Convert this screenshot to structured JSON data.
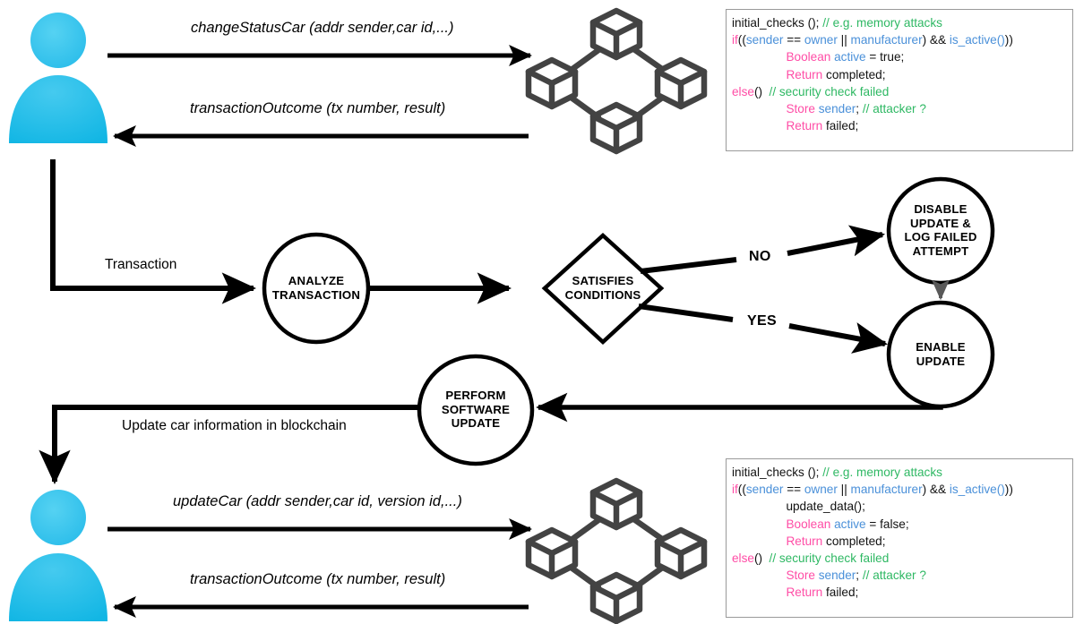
{
  "diagram": {
    "title": "Blockchain car software update sequence and decision flow",
    "colors": {
      "avatar_head": "#3DC6ED",
      "avatar_body": "#1DBEE8",
      "blockchain_icon": "#434343",
      "stroke": "#000000",
      "gray_arrow": "#595959",
      "code_border": "#9a9a9a",
      "kw_pink": "#FF4DA6",
      "var_blue": "#4A90D9",
      "comment_green": "#2EB863",
      "plain_black": "#111111"
    }
  },
  "actors": {
    "top_user": "user-avatar",
    "bottom_user": "user-avatar",
    "top_blockchain": "blockchain-network-icon",
    "bottom_blockchain": "blockchain-network-icon"
  },
  "messages": {
    "top_request": "changeStatusCar (addr sender,car id,...)",
    "top_response": "transactionOutcome (tx number, result)",
    "bottom_request": "updateCar (addr sender,car id, version id,...)",
    "bottom_response": "transactionOutcome (tx number, result)"
  },
  "flow": {
    "transaction_label": "Transaction",
    "update_label": "Update car information in blockchain",
    "analyze_node": "ANALYZE\nTRANSACTION",
    "decision_node": "SATISFIES\nCONDITIONS",
    "no_label": "NO",
    "yes_label": "YES",
    "disable_node": "DISABLE\nUPDATE &\nLOG FAILED\nATTEMPT",
    "enable_node": "ENABLE\nUPDATE",
    "perform_node": "PERFORM\nSOFTWARE\nUPDATE"
  },
  "code_top": {
    "lines": [
      [
        {
          "t": "initial_checks ();",
          "c": "pl"
        },
        {
          "t": " ",
          "c": "pl"
        },
        {
          "t": "// e.g. memory attacks",
          "c": "cmt"
        }
      ],
      [
        {
          "t": "if",
          "c": "kw"
        },
        {
          "t": "((",
          "c": "pl"
        },
        {
          "t": "sender",
          "c": "var"
        },
        {
          "t": " == ",
          "c": "pl"
        },
        {
          "t": "owner",
          "c": "var"
        },
        {
          "t": " || ",
          "c": "pl"
        },
        {
          "t": "manufacturer",
          "c": "var"
        },
        {
          "t": ") && ",
          "c": "pl"
        },
        {
          "t": "is_active()",
          "c": "var"
        },
        {
          "t": "))",
          "c": "pl"
        }
      ],
      [
        {
          "t": "                ",
          "c": "pl"
        },
        {
          "t": "Boolean",
          "c": "kw"
        },
        {
          "t": " ",
          "c": "pl"
        },
        {
          "t": "active",
          "c": "var"
        },
        {
          "t": " = true;",
          "c": "pl"
        }
      ],
      [
        {
          "t": "                ",
          "c": "pl"
        },
        {
          "t": "Return",
          "c": "kw"
        },
        {
          "t": " completed;",
          "c": "pl"
        }
      ],
      [
        {
          "t": "else",
          "c": "kw"
        },
        {
          "t": "()  ",
          "c": "pl"
        },
        {
          "t": "// security check failed",
          "c": "cmt"
        }
      ],
      [
        {
          "t": "                ",
          "c": "pl"
        },
        {
          "t": "Store ",
          "c": "kw"
        },
        {
          "t": "sender",
          "c": "var"
        },
        {
          "t": "; ",
          "c": "pl"
        },
        {
          "t": "// attacker ?",
          "c": "cmt"
        }
      ],
      [
        {
          "t": "                ",
          "c": "pl"
        },
        {
          "t": "Return",
          "c": "kw"
        },
        {
          "t": " failed;",
          "c": "pl"
        }
      ]
    ]
  },
  "code_bottom": {
    "lines": [
      [
        {
          "t": "initial_checks ();",
          "c": "pl"
        },
        {
          "t": " ",
          "c": "pl"
        },
        {
          "t": "// e.g. memory attacks",
          "c": "cmt"
        }
      ],
      [
        {
          "t": "if",
          "c": "kw"
        },
        {
          "t": "((",
          "c": "pl"
        },
        {
          "t": "sender",
          "c": "var"
        },
        {
          "t": " == ",
          "c": "pl"
        },
        {
          "t": "owner",
          "c": "var"
        },
        {
          "t": " || ",
          "c": "pl"
        },
        {
          "t": "manufacturer",
          "c": "var"
        },
        {
          "t": ") && ",
          "c": "pl"
        },
        {
          "t": "is_active()",
          "c": "var"
        },
        {
          "t": "))",
          "c": "pl"
        }
      ],
      [
        {
          "t": "                ",
          "c": "pl"
        },
        {
          "t": "update_data();",
          "c": "pl"
        }
      ],
      [
        {
          "t": "                ",
          "c": "pl"
        },
        {
          "t": "Boolean",
          "c": "kw"
        },
        {
          "t": " ",
          "c": "pl"
        },
        {
          "t": "active",
          "c": "var"
        },
        {
          "t": " = false;",
          "c": "pl"
        }
      ],
      [
        {
          "t": "                ",
          "c": "pl"
        },
        {
          "t": "Return",
          "c": "kw"
        },
        {
          "t": " completed;",
          "c": "pl"
        }
      ],
      [
        {
          "t": "else",
          "c": "kw"
        },
        {
          "t": "()  ",
          "c": "pl"
        },
        {
          "t": "// security check failed",
          "c": "cmt"
        }
      ],
      [
        {
          "t": "                ",
          "c": "pl"
        },
        {
          "t": "Store ",
          "c": "kw"
        },
        {
          "t": "sender",
          "c": "var"
        },
        {
          "t": "; ",
          "c": "pl"
        },
        {
          "t": "// attacker ?",
          "c": "cmt"
        }
      ],
      [
        {
          "t": "                ",
          "c": "pl"
        },
        {
          "t": "Return",
          "c": "kw"
        },
        {
          "t": " failed;",
          "c": "pl"
        }
      ]
    ]
  }
}
